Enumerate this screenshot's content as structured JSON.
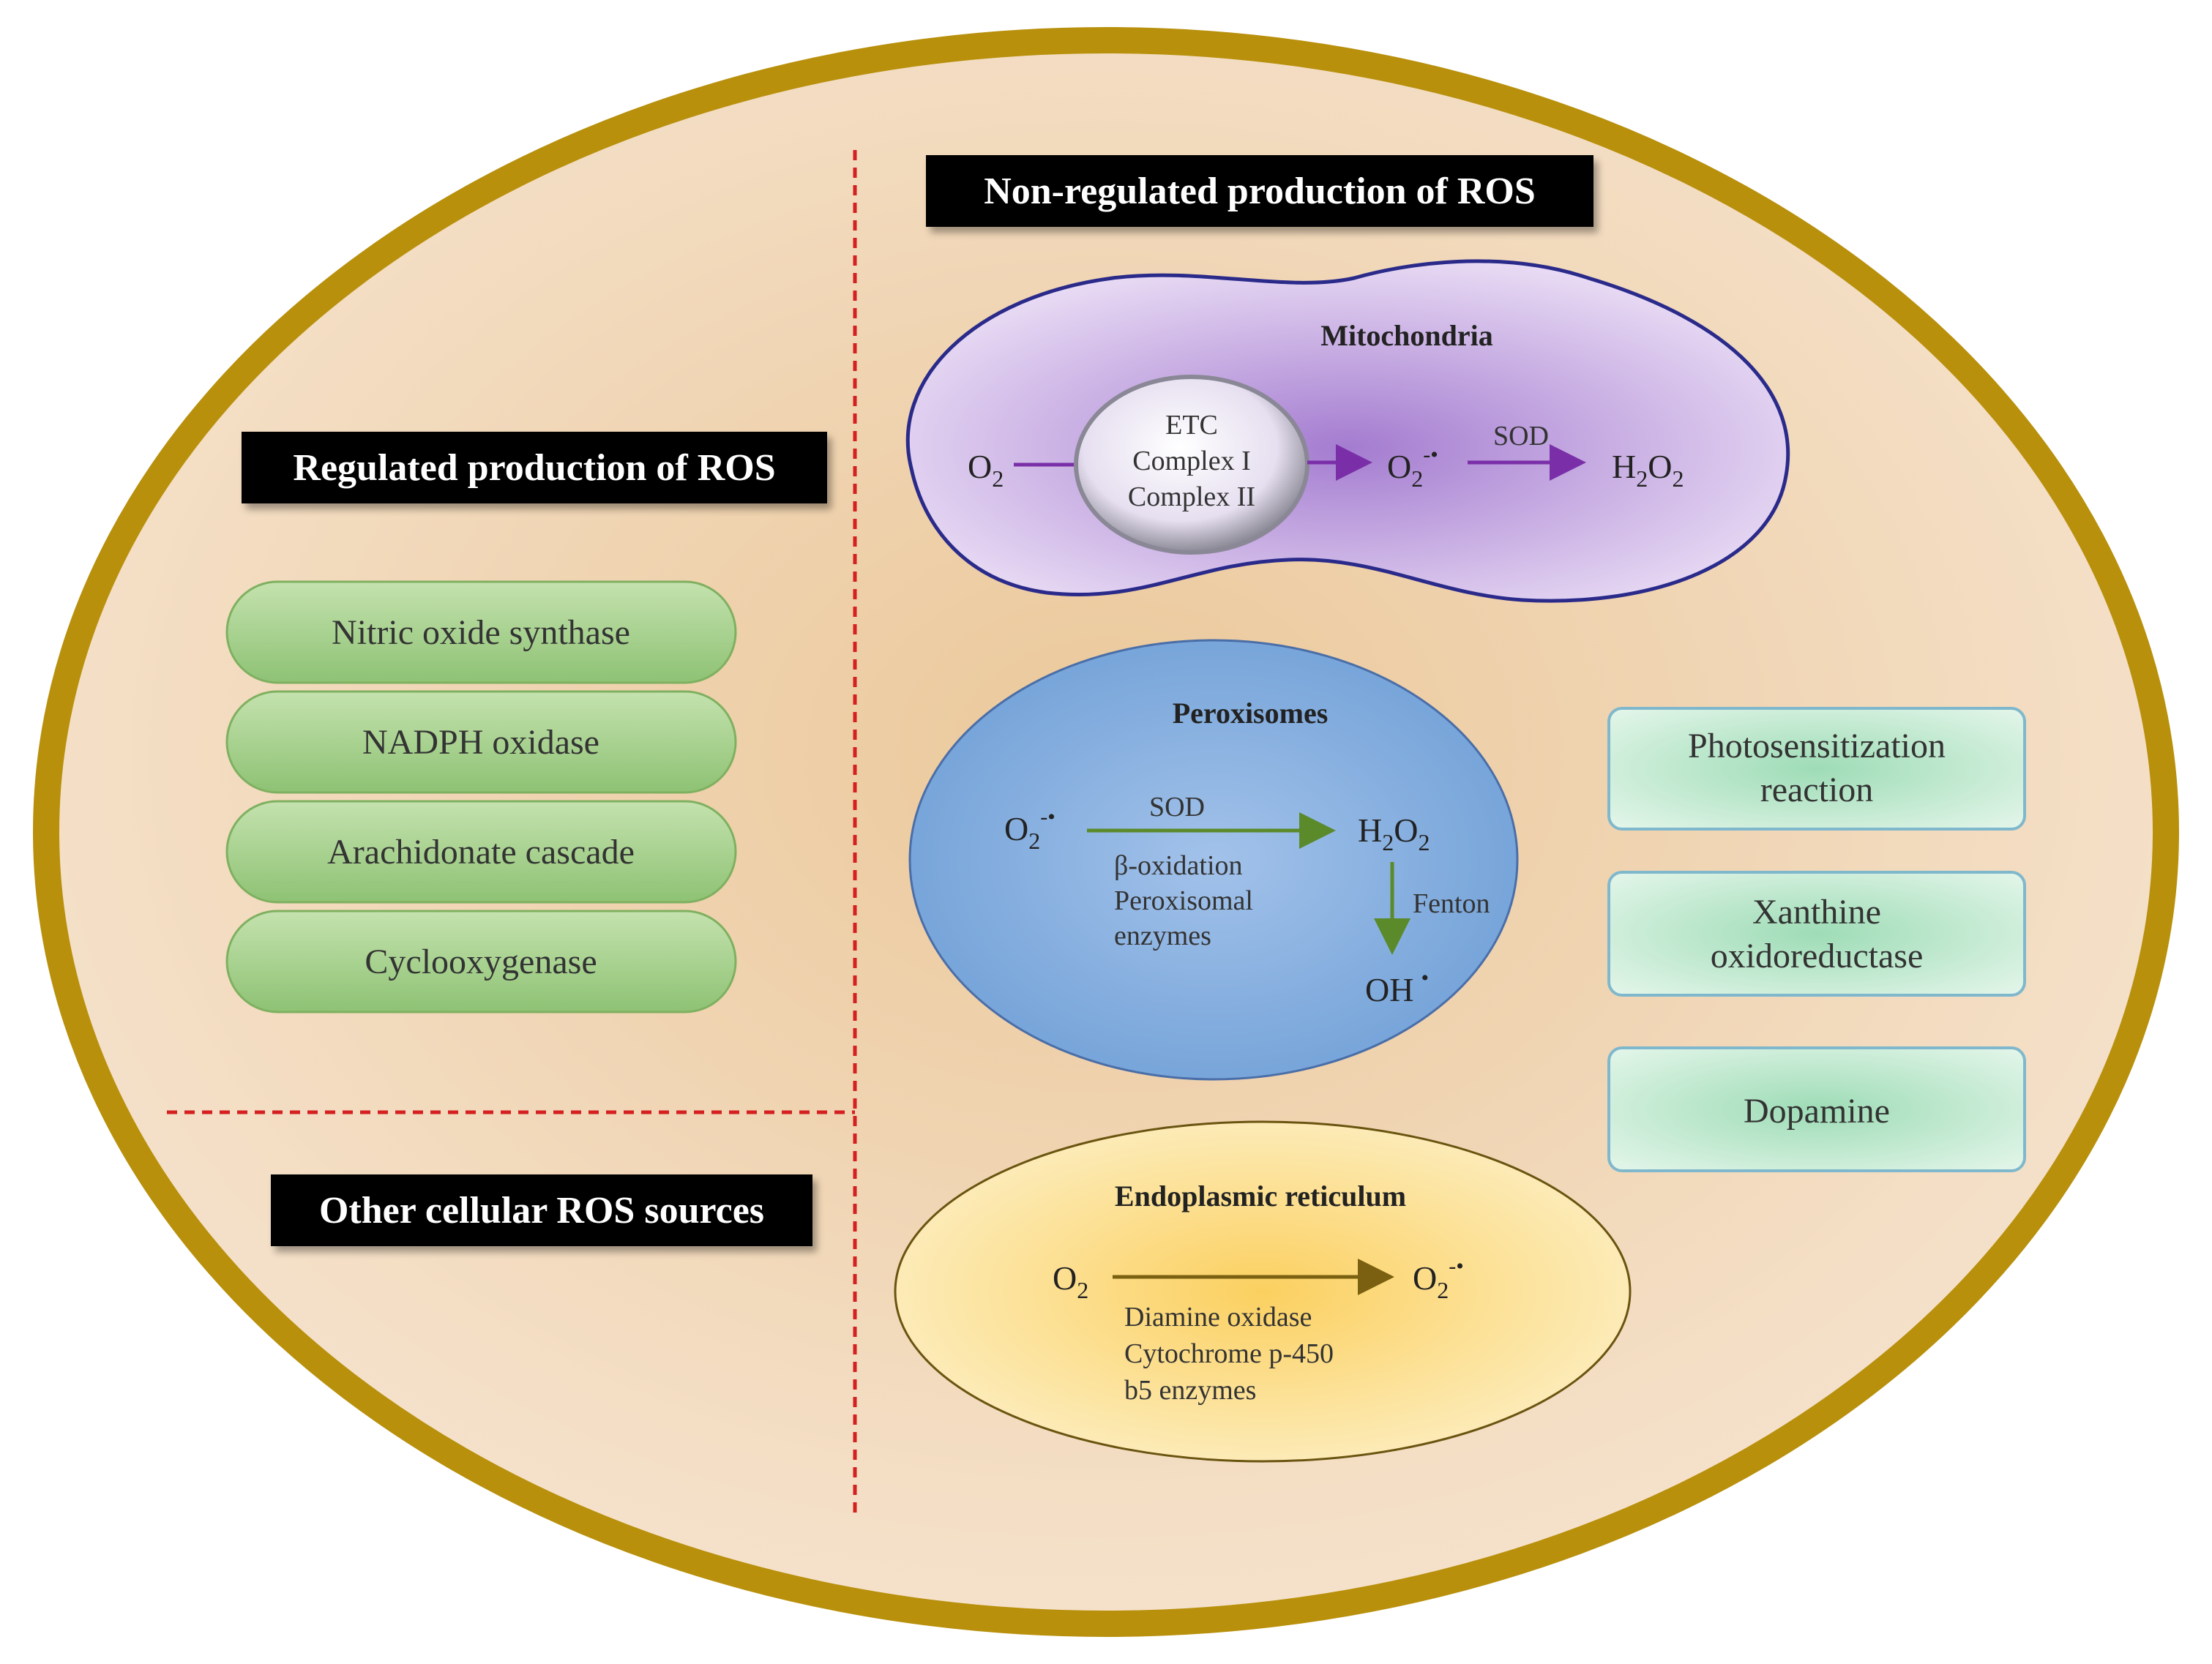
{
  "sections": {
    "regulated_title": "Regulated production of ROS",
    "non_regulated_title": "Non-regulated production of ROS",
    "other_title": "Other cellular ROS sources"
  },
  "regulated_items": [
    "Nitric oxide synthase",
    "NADPH oxidase",
    "Arachidonate cascade",
    "Cyclooxygenase"
  ],
  "mitochondria": {
    "title": "Mitochondria",
    "etc_lines": [
      "ETC",
      "Complex I",
      "Complex II"
    ],
    "substrate": "O",
    "substrate_sub": "2",
    "product_1": "O",
    "product_1_sub": "2",
    "product_1_sup": "-•",
    "enzyme": "SOD",
    "product_2_a": "H",
    "product_2_sub_a": "2",
    "product_2_b": "O",
    "product_2_sub_b": "2"
  },
  "peroxisomes": {
    "title": "Peroxisomes",
    "substrate": "O",
    "substrate_sub": "2",
    "substrate_sup": "-•",
    "enzyme": "SOD",
    "product_a": "H",
    "product_sub_a": "2",
    "product_b": "O",
    "product_sub_b": "2",
    "notes": [
      "β-oxidation",
      "Peroxisomal",
      "enzymes"
    ],
    "fenton": "Fenton",
    "hydroxyl": "OH",
    "hydroxyl_sup": "•"
  },
  "endoplasmic_reticulum": {
    "title": "Endoplasmic reticulum",
    "substrate": "O",
    "substrate_sub": "2",
    "product": "O",
    "product_sub": "2",
    "product_sup": "-•",
    "notes": [
      "Diamine oxidase",
      "Cytochrome p-450",
      "b5 enzymes"
    ]
  },
  "other_sources": [
    [
      "Photosensitization",
      "reaction"
    ],
    [
      "Xanthine",
      "oxidoreductase"
    ],
    [
      "Dopamine"
    ]
  ],
  "colors": {
    "cell_fill": "#f2dcc0",
    "cell_border": "#b8900c",
    "divider": "#d42020",
    "pill_fill": "#a7d08c",
    "mito_fill": "#c8aee0",
    "mito_arrow": "#7a2fa8",
    "perox_fill": "#8fb3e0",
    "perox_arrow": "#5a8a2a",
    "er_fill": "#fbe3a0",
    "er_arrow": "#7a6010",
    "rect_fill": "#c8ecd6"
  }
}
